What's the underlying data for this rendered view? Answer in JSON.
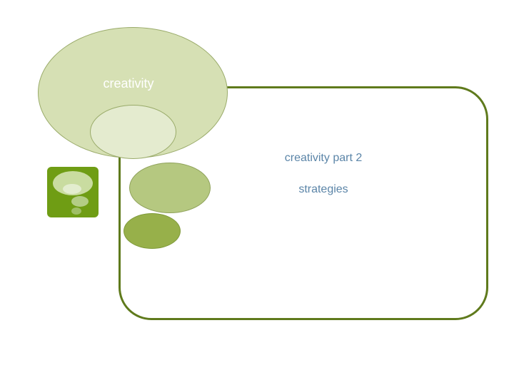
{
  "slide": {
    "bubble_label": "creativity",
    "body_lines": [
      "creativity part 2",
      "strategies"
    ]
  },
  "colors": {
    "frame_border": "#5f7a1c",
    "bubble_main": "#d6e0b4",
    "bubble_inner": "#e4ebcf",
    "bubble_mid": "#b5c880",
    "bubble_small": "#97b04a",
    "icon_background": "#6f9d14",
    "text": "#5b85a8"
  },
  "icons": {
    "thought_bubbles": "thought-bubbles-icon"
  }
}
